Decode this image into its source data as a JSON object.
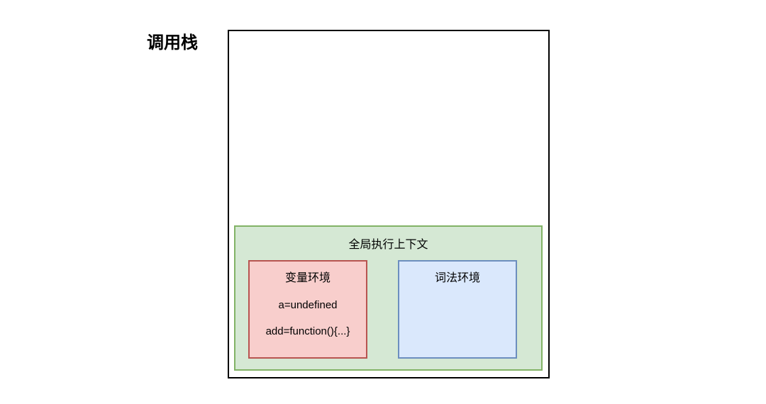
{
  "diagram": {
    "stack_title": "调用栈",
    "global_context": {
      "label": "全局执行上下文",
      "variable_environment": {
        "label": "变量环境",
        "entries": [
          "a=undefined",
          "add=function(){...}"
        ]
      },
      "lexical_environment": {
        "label": "词法环境"
      }
    }
  },
  "colors": {
    "stack_border": "#000000",
    "global_context_fill": "#d5e8d4",
    "global_context_border": "#82b366",
    "variable_env_fill": "#f8cecc",
    "variable_env_border": "#b85450",
    "lexical_env_fill": "#dae8fc",
    "lexical_env_border": "#6c8ebf"
  }
}
